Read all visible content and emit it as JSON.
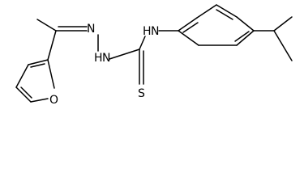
{
  "molecule": {
    "atom_labels": {
      "furan_oxygen": "O",
      "imine_nitrogen": "N",
      "hydrazine_nitrogen": "N",
      "hydrazine_hydrogen": "H",
      "thioamide_nitrogen": "N",
      "thioamide_hydrogen": "H",
      "sulfur": "S"
    }
  }
}
